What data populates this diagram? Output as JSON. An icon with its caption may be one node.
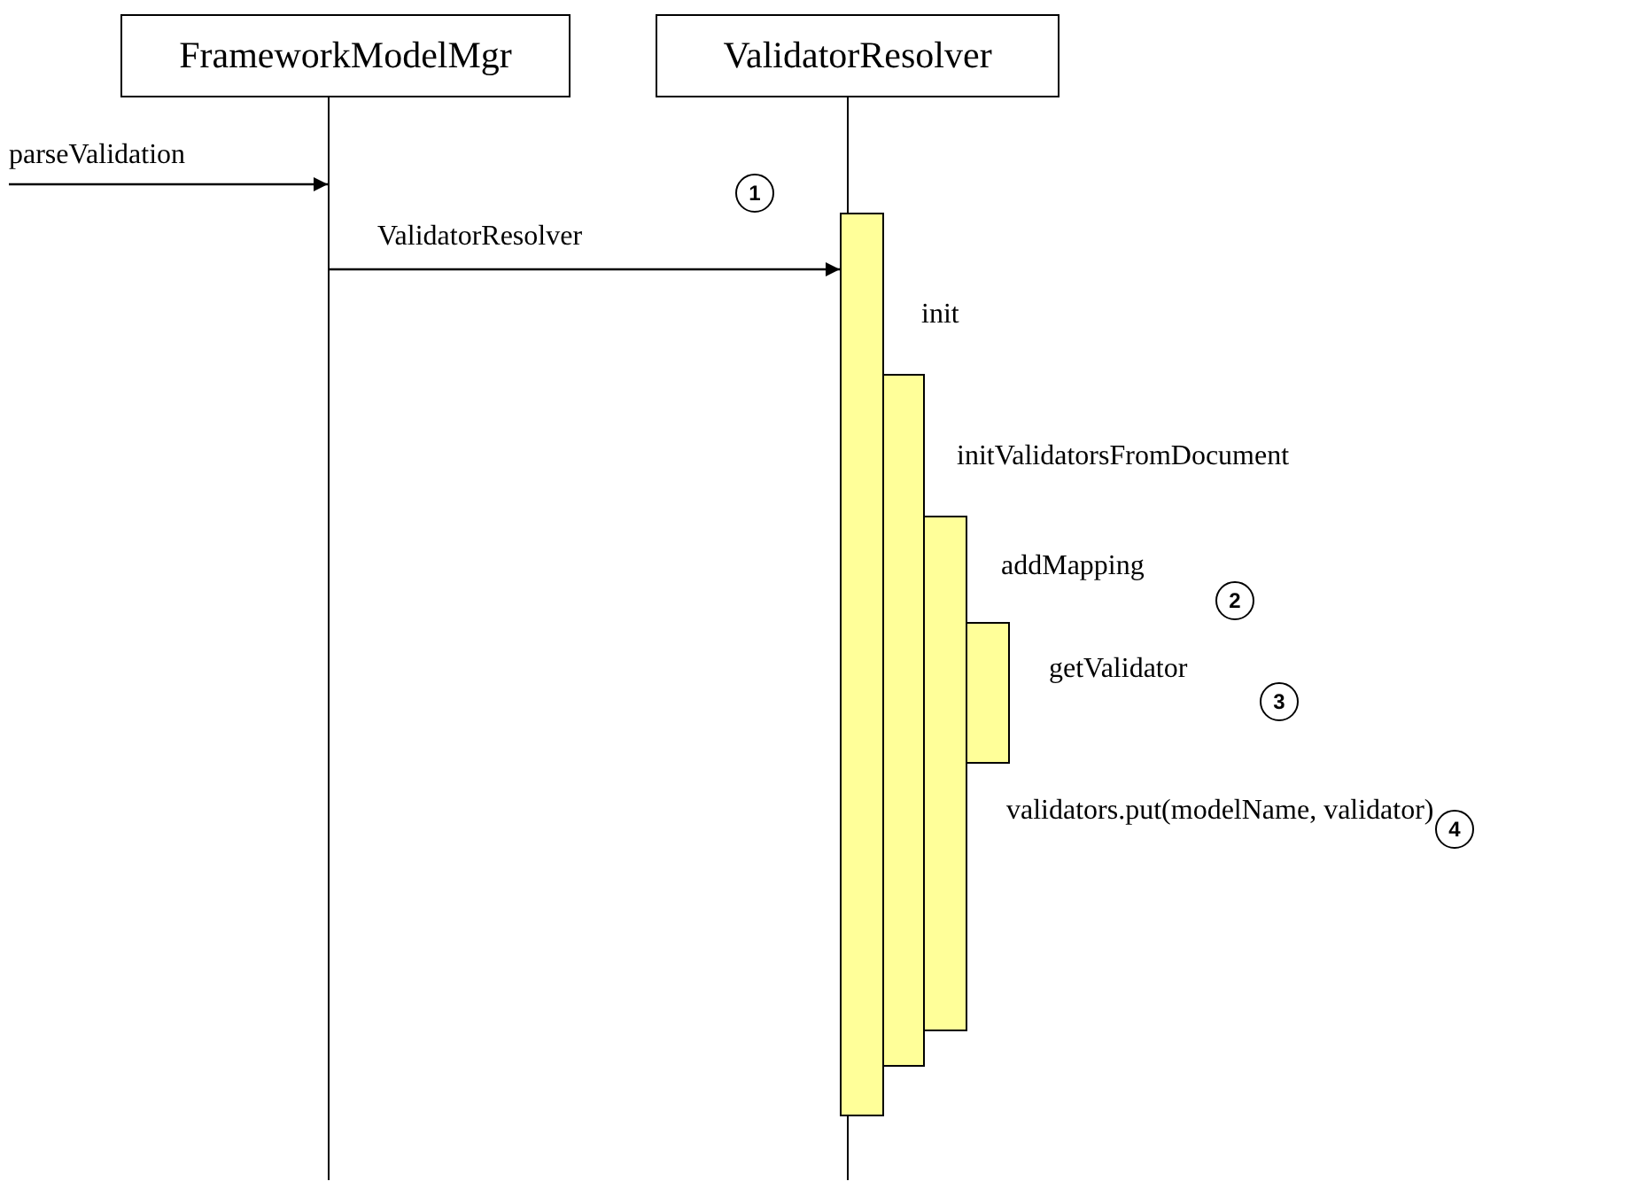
{
  "diagram": {
    "nodes": [
      {
        "text": [
          "FrameworkModelMgr"
        ]
      },
      {
        "text": [
          "ValidatorResolver"
        ]
      },
      {
        "text": [],
        "shape": "bar",
        "in": 1
      },
      {
        "text": [],
        "shape": "bar",
        "in": 1
      },
      {
        "text": [],
        "shape": "bar",
        "in": 1
      },
      {
        "text": [],
        "shape": "bar",
        "in": 1
      }
    ],
    "edges": [
      {
        "from": null,
        "to": 0,
        "arrow": "to",
        "label": "parseValidation"
      },
      {
        "from": 0,
        "to": 2,
        "arrow": "to",
        "label": "ValidatorResolver"
      }
    ],
    "labels": [
      "1",
      "init",
      "initValidatorsFromDocument",
      "addMapping",
      "2",
      "getValidator",
      "3",
      "validators.put(modelName, validator)",
      "4"
    ]
  }
}
